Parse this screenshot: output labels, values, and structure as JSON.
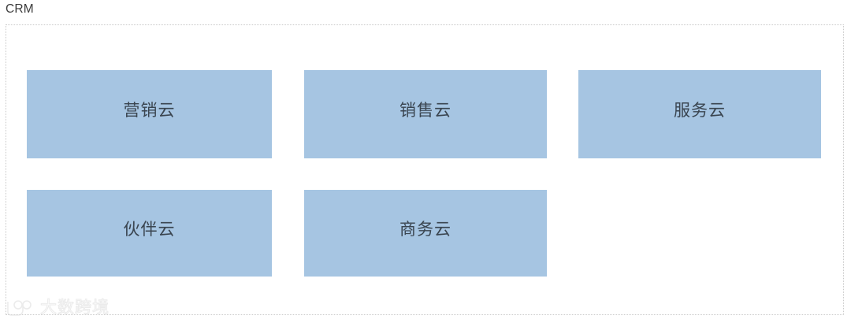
{
  "page": {
    "title": "CRM"
  },
  "group": {
    "border_style": "dotted",
    "border_color": "#c9c9c9",
    "background": "#ffffff"
  },
  "nodes": {
    "fill_color": "#a6c5e2",
    "text_color": "#3a4550",
    "items": [
      {
        "label": "营销云",
        "row": 1,
        "col": 1
      },
      {
        "label": "销售云",
        "row": 1,
        "col": 2
      },
      {
        "label": "服务云",
        "row": 1,
        "col": 3
      },
      {
        "label": "伙伴云",
        "row": 2,
        "col": 1
      },
      {
        "label": "商务云",
        "row": 2,
        "col": 2
      }
    ]
  },
  "watermark": {
    "text": "大数跨境",
    "mark_icon": "owl-logo-icon"
  }
}
